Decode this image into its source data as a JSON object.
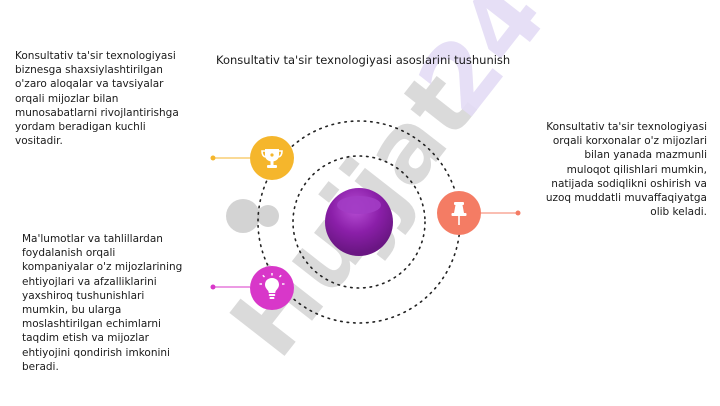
{
  "title": "Konsultativ ta'sir texnologiyasi asoslarini tushunish",
  "blocks": {
    "top_left": "Konsultativ ta'sir texnologiyasi\nbiznesga shaxsiylashtirilgan\no'zaro aloqalar va tavsiyalar\norqali mijozlar bilan\nmunosabatlarni rivojlantirishga\nyordam beradigan kuchli\nvositadir.",
    "right": "Konsultativ ta'sir texnologiyasi\norqali korxonalar o'z mijozlari\nbilan yanada mazmunli\nmuloqot qilishlari mumkin,\nnatijada sodiqlikni oshirish va\nuzoq muddatli muvaffaqiyatga\nolib keladi.",
    "bottom_left": "Ma'lumotlar va tahlillardan\nfoydalanish orqali\nkompaniyalar o'z mijozlarining\nehtiyojlari va afzalliklarini\nyaxshiroq tushunishlari\nmumkin, bu ularga\nmoslashtirilgan echimlarni\ntaqdim etish va mijozlar\nehtiyojini qondirish imkonini\nberadi."
  },
  "watermark": "Hujjat24",
  "icons": {
    "top": "trophy-icon",
    "right": "pushpin-icon",
    "bottom": "lightbulb-icon"
  },
  "colors": {
    "center_planet": "#8b1fa9",
    "gold": "#f5b62c",
    "coral": "#f47c64",
    "pink": "#d837c9",
    "watermark_purple": "#e3dcf5",
    "watermark_gray": "#cdcdcd"
  }
}
